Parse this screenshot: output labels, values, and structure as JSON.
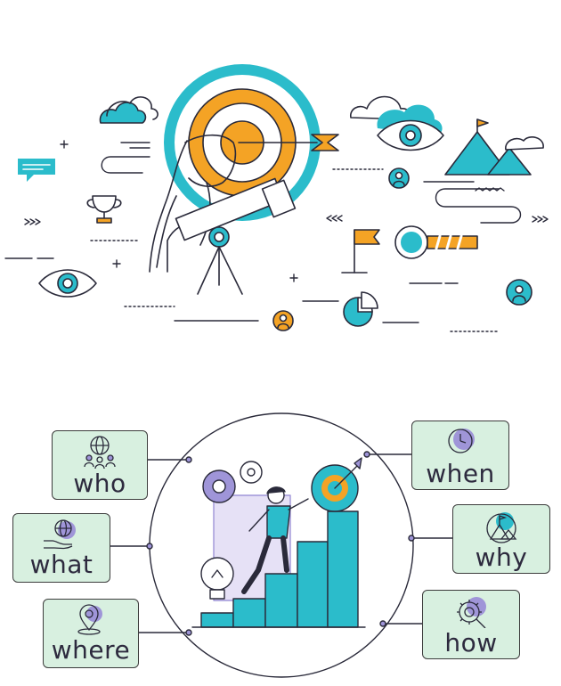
{
  "questions": {
    "who": "who",
    "what": "what",
    "where": "where",
    "when": "when",
    "why": "why",
    "how": "how"
  },
  "colors": {
    "teal": "#2bbccb",
    "orange": "#f4a325",
    "dark": "#2a2a3a",
    "card_fill": "#d8f0e0",
    "lavender": "#9f95d8"
  }
}
